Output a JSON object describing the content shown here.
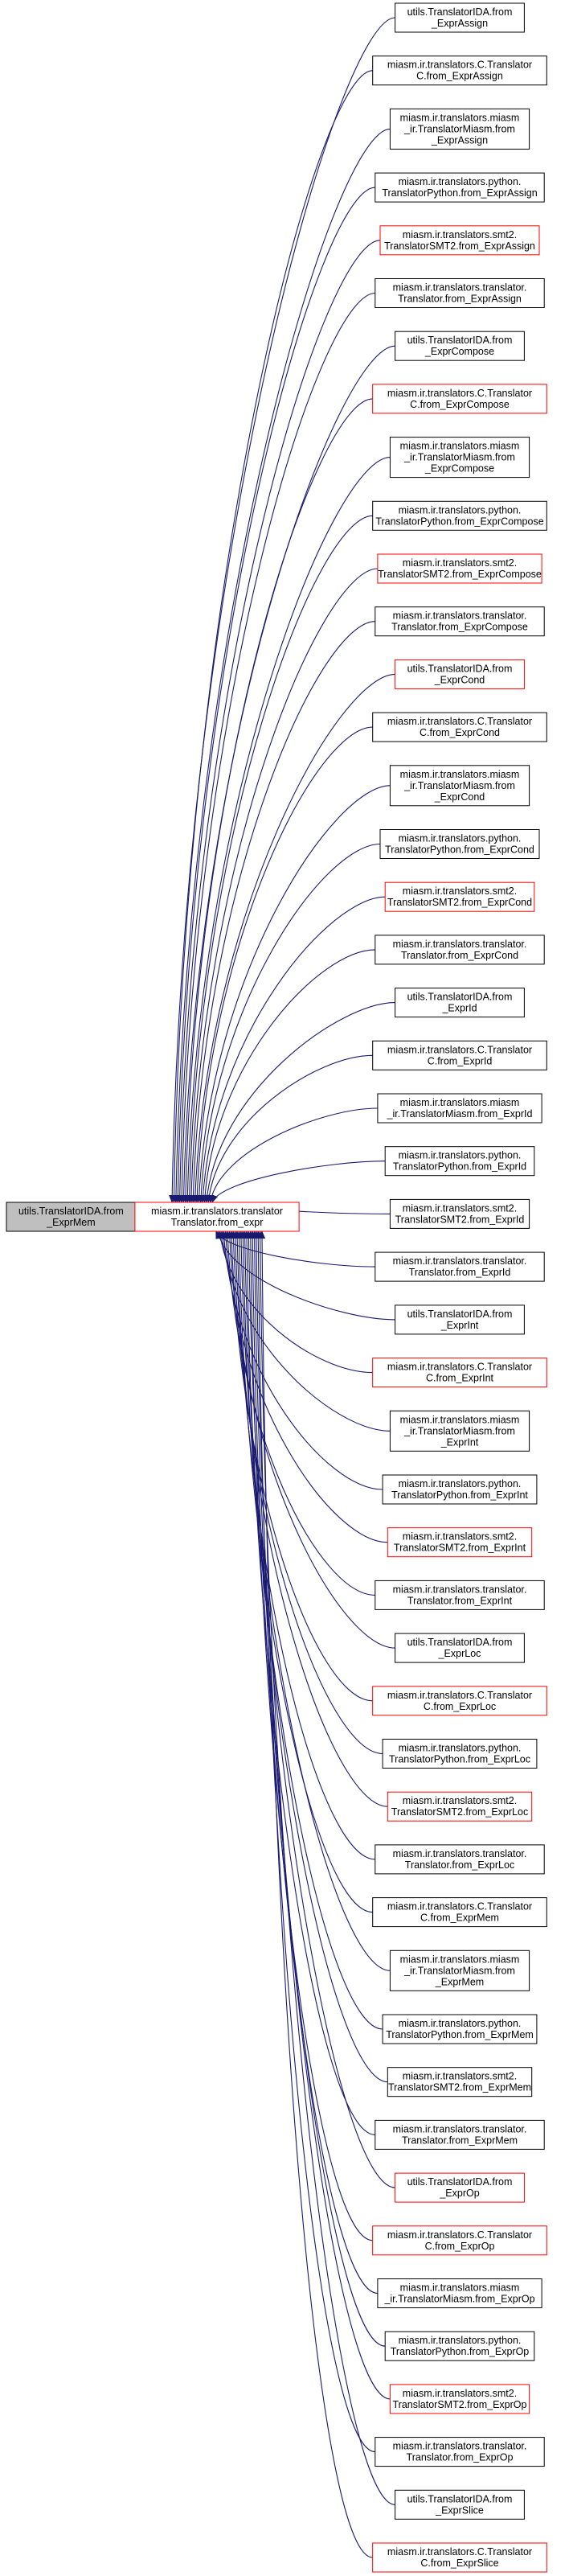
{
  "colors": {
    "edge": "#191970",
    "node_border_black": "#000000",
    "node_border_red": "#ff0000",
    "selected_fill": "#bfbfbf",
    "background": "#ffffff"
  },
  "selected_node": {
    "lines": [
      "utils.TranslatorIDA.from",
      "_ExprMem"
    ]
  },
  "center_node": {
    "lines": [
      "miasm.ir.translators.translator",
      "Translator.from_expr"
    ],
    "border": "red"
  },
  "callers": [
    {
      "lines": [
        "utils.TranslatorIDA.from",
        "_ExprAssign"
      ],
      "border": "black"
    },
    {
      "lines": [
        "miasm.ir.translators.C.Translator",
        "C.from_ExprAssign"
      ],
      "border": "black"
    },
    {
      "lines": [
        "miasm.ir.translators.miasm",
        "_ir.TranslatorMiasm.from",
        "_ExprAssign"
      ],
      "border": "black"
    },
    {
      "lines": [
        "miasm.ir.translators.python.",
        "TranslatorPython.from_ExprAssign"
      ],
      "border": "black"
    },
    {
      "lines": [
        "miasm.ir.translators.smt2.",
        "TranslatorSMT2.from_ExprAssign"
      ],
      "border": "red"
    },
    {
      "lines": [
        "miasm.ir.translators.translator.",
        "Translator.from_ExprAssign"
      ],
      "border": "black"
    },
    {
      "lines": [
        "utils.TranslatorIDA.from",
        "_ExprCompose"
      ],
      "border": "black"
    },
    {
      "lines": [
        "miasm.ir.translators.C.Translator",
        "C.from_ExprCompose"
      ],
      "border": "red"
    },
    {
      "lines": [
        "miasm.ir.translators.miasm",
        "_ir.TranslatorMiasm.from",
        "_ExprCompose"
      ],
      "border": "black"
    },
    {
      "lines": [
        "miasm.ir.translators.python.",
        "TranslatorPython.from_ExprCompose"
      ],
      "border": "black"
    },
    {
      "lines": [
        "miasm.ir.translators.smt2.",
        "TranslatorSMT2.from_ExprCompose"
      ],
      "border": "red"
    },
    {
      "lines": [
        "miasm.ir.translators.translator.",
        "Translator.from_ExprCompose"
      ],
      "border": "black"
    },
    {
      "lines": [
        "utils.TranslatorIDA.from",
        "_ExprCond"
      ],
      "border": "red"
    },
    {
      "lines": [
        "miasm.ir.translators.C.Translator",
        "C.from_ExprCond"
      ],
      "border": "black"
    },
    {
      "lines": [
        "miasm.ir.translators.miasm",
        "_ir.TranslatorMiasm.from",
        "_ExprCond"
      ],
      "border": "black"
    },
    {
      "lines": [
        "miasm.ir.translators.python.",
        "TranslatorPython.from_ExprCond"
      ],
      "border": "black"
    },
    {
      "lines": [
        "miasm.ir.translators.smt2.",
        "TranslatorSMT2.from_ExprCond"
      ],
      "border": "red"
    },
    {
      "lines": [
        "miasm.ir.translators.translator.",
        "Translator.from_ExprCond"
      ],
      "border": "black"
    },
    {
      "lines": [
        "utils.TranslatorIDA.from",
        "_ExprId"
      ],
      "border": "black"
    },
    {
      "lines": [
        "miasm.ir.translators.C.Translator",
        "C.from_ExprId"
      ],
      "border": "black"
    },
    {
      "lines": [
        "miasm.ir.translators.miasm",
        "_ir.TranslatorMiasm.from_ExprId"
      ],
      "border": "black"
    },
    {
      "lines": [
        "miasm.ir.translators.python.",
        "TranslatorPython.from_ExprId"
      ],
      "border": "black"
    },
    {
      "lines": [
        "miasm.ir.translators.smt2.",
        "TranslatorSMT2.from_ExprId"
      ],
      "border": "black"
    },
    {
      "lines": [
        "miasm.ir.translators.translator.",
        "Translator.from_ExprId"
      ],
      "border": "black"
    },
    {
      "lines": [
        "utils.TranslatorIDA.from",
        "_ExprInt"
      ],
      "border": "black"
    },
    {
      "lines": [
        "miasm.ir.translators.C.Translator",
        "C.from_ExprInt"
      ],
      "border": "red"
    },
    {
      "lines": [
        "miasm.ir.translators.miasm",
        "_ir.TranslatorMiasm.from",
        "_ExprInt"
      ],
      "border": "black"
    },
    {
      "lines": [
        "miasm.ir.translators.python.",
        "TranslatorPython.from_ExprInt"
      ],
      "border": "black"
    },
    {
      "lines": [
        "miasm.ir.translators.smt2.",
        "TranslatorSMT2.from_ExprInt"
      ],
      "border": "red"
    },
    {
      "lines": [
        "miasm.ir.translators.translator.",
        "Translator.from_ExprInt"
      ],
      "border": "black"
    },
    {
      "lines": [
        "utils.TranslatorIDA.from",
        "_ExprLoc"
      ],
      "border": "black"
    },
    {
      "lines": [
        "miasm.ir.translators.C.Translator",
        "C.from_ExprLoc"
      ],
      "border": "red"
    },
    {
      "lines": [
        "miasm.ir.translators.python.",
        "TranslatorPython.from_ExprLoc"
      ],
      "border": "black"
    },
    {
      "lines": [
        "miasm.ir.translators.smt2.",
        "TranslatorSMT2.from_ExprLoc"
      ],
      "border": "red"
    },
    {
      "lines": [
        "miasm.ir.translators.translator.",
        "Translator.from_ExprLoc"
      ],
      "border": "black"
    },
    {
      "lines": [
        "miasm.ir.translators.C.Translator",
        "C.from_ExprMem"
      ],
      "border": "black"
    },
    {
      "lines": [
        "miasm.ir.translators.miasm",
        "_ir.TranslatorMiasm.from",
        "_ExprMem"
      ],
      "border": "black"
    },
    {
      "lines": [
        "miasm.ir.translators.python.",
        "TranslatorPython.from_ExprMem"
      ],
      "border": "black"
    },
    {
      "lines": [
        "miasm.ir.translators.smt2.",
        "TranslatorSMT2.from_ExprMem"
      ],
      "border": "black"
    },
    {
      "lines": [
        "miasm.ir.translators.translator.",
        "Translator.from_ExprMem"
      ],
      "border": "black"
    },
    {
      "lines": [
        "utils.TranslatorIDA.from",
        "_ExprOp"
      ],
      "border": "red"
    },
    {
      "lines": [
        "miasm.ir.translators.C.Translator",
        "C.from_ExprOp"
      ],
      "border": "red"
    },
    {
      "lines": [
        "miasm.ir.translators.miasm",
        "_ir.TranslatorMiasm.from_ExprOp"
      ],
      "border": "black"
    },
    {
      "lines": [
        "miasm.ir.translators.python.",
        "TranslatorPython.from_ExprOp"
      ],
      "border": "black"
    },
    {
      "lines": [
        "miasm.ir.translators.smt2.",
        "TranslatorSMT2.from_ExprOp"
      ],
      "border": "red"
    },
    {
      "lines": [
        "miasm.ir.translators.translator.",
        "Translator.from_ExprOp"
      ],
      "border": "black"
    },
    {
      "lines": [
        "utils.TranslatorIDA.from",
        "_ExprSlice"
      ],
      "border": "black"
    },
    {
      "lines": [
        "miasm.ir.translators.C.Translator",
        "C.from_ExprSlice"
      ],
      "border": "red"
    }
  ]
}
